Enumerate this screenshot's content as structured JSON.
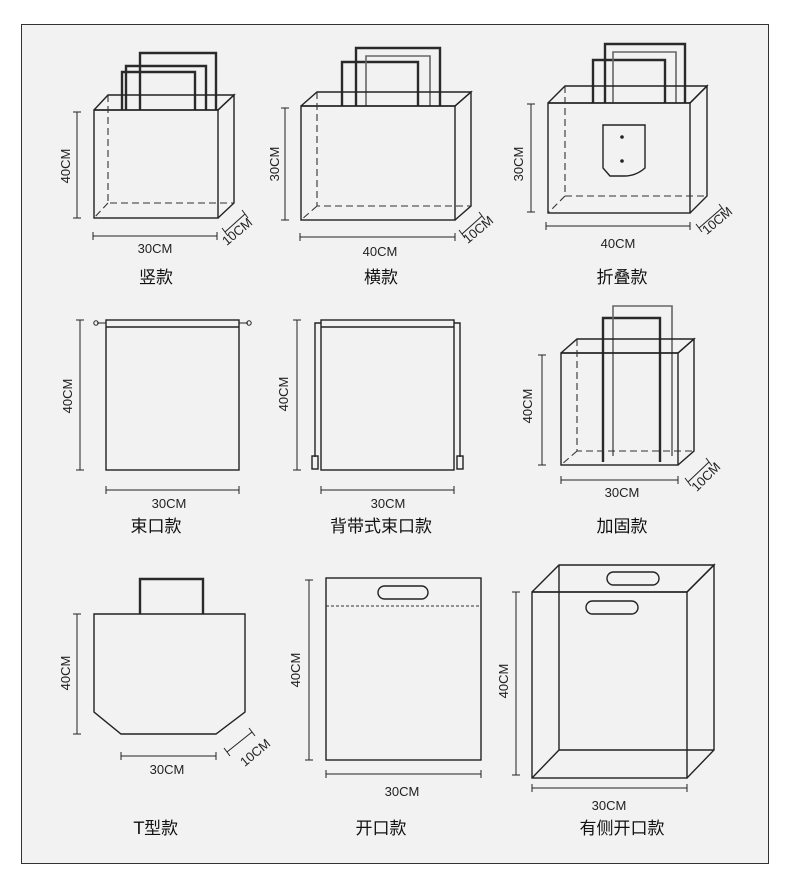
{
  "bags": [
    {
      "id": "vertical",
      "caption": "竖款",
      "height": "40CM",
      "width": "30CM",
      "depth": "10CM"
    },
    {
      "id": "horizontal",
      "caption": "横款",
      "height": "30CM",
      "width": "40CM",
      "depth": "10CM"
    },
    {
      "id": "foldable",
      "caption": "折叠款",
      "height": "30CM",
      "width": "40CM",
      "depth": "10CM"
    },
    {
      "id": "drawstring",
      "caption": "束口款",
      "height": "40CM",
      "width": "30CM"
    },
    {
      "id": "backpack-drawstring",
      "caption": "背带式束口款",
      "height": "40CM",
      "width": "30CM"
    },
    {
      "id": "reinforced",
      "caption": "加固款",
      "height": "40CM",
      "width": "30CM",
      "depth": "10CM"
    },
    {
      "id": "t-shape",
      "caption": "T型款",
      "height": "40CM",
      "width": "30CM",
      "depth": "10CM"
    },
    {
      "id": "open-top",
      "caption": "开口款",
      "height": "40CM",
      "width": "30CM"
    },
    {
      "id": "open-side",
      "caption": "有侧开口款",
      "height": "40CM",
      "width": "30CM"
    }
  ]
}
